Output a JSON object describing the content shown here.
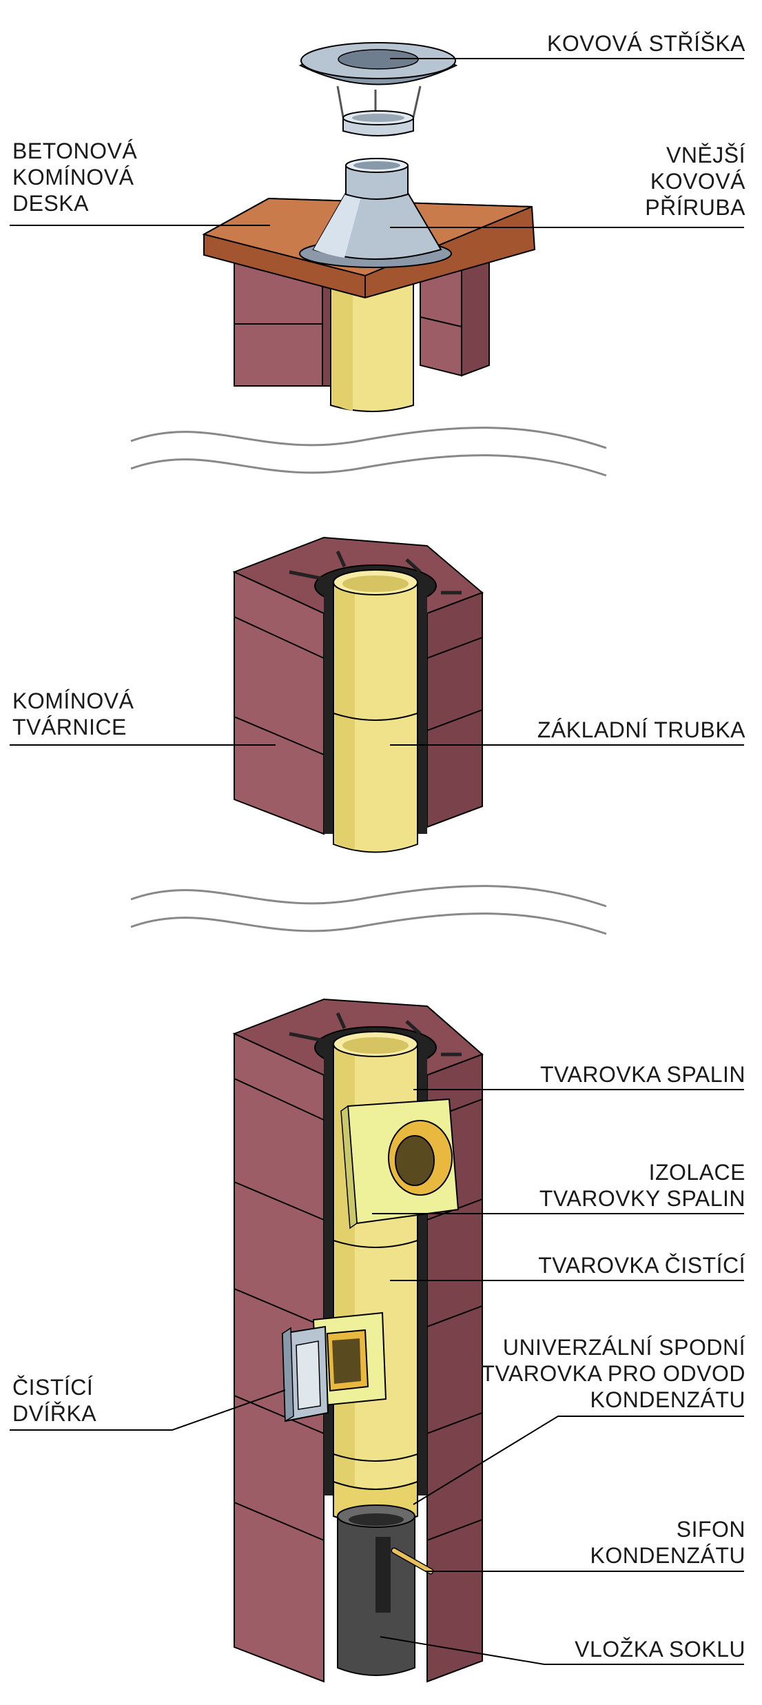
{
  "labels": {
    "kovova_striska": [
      "KOVOVÁ STŘÍŠKA"
    ],
    "betonova_deska": [
      "BETONOVÁ",
      "KOMÍNOVÁ",
      "DESKA"
    ],
    "vnejsi_priruba": [
      "VNĚJŠÍ",
      "KOVOVÁ",
      "PŘÍRUBA"
    ],
    "kominova_tvarnice": [
      "KOMÍNOVÁ",
      "TVÁRNICE"
    ],
    "zakladni_trubka": [
      "ZÁKLADNÍ TRUBKA"
    ],
    "tvarovka_spalin": [
      "TVAROVKA SPALIN"
    ],
    "izolace_tvarovky": [
      "IZOLACE",
      "TVAROVKY SPALIN"
    ],
    "tvarovka_cistici": [
      "TVAROVKA ČISTÍCÍ"
    ],
    "univerzalni_tvarovka": [
      "UNIVERZÁLNÍ SPODNÍ",
      "TVAROVKA PRO ODVOD",
      "KONDENZÁTU"
    ],
    "cistici_dvirka": [
      "ČISTÍCÍ",
      "DVÍŘKA"
    ],
    "sifon": [
      "SIFON",
      "KONDENZÁTU"
    ],
    "vlozka_soklu": [
      "VLOŽKA SOKLU"
    ]
  },
  "colors": {
    "brick_front": "#9c5d66",
    "brick_side": "#7a434c",
    "brick_top": "#8a4c55",
    "slab_top": "#c97b4c",
    "slab_edge": "#a2552f",
    "flue_yellow": "#f0e28a",
    "flue_shade": "#d6c462",
    "metal": "#b7c5d3",
    "metal_dark": "#8899aa",
    "plinth": "#4a4a4a",
    "leader": "#000000"
  }
}
